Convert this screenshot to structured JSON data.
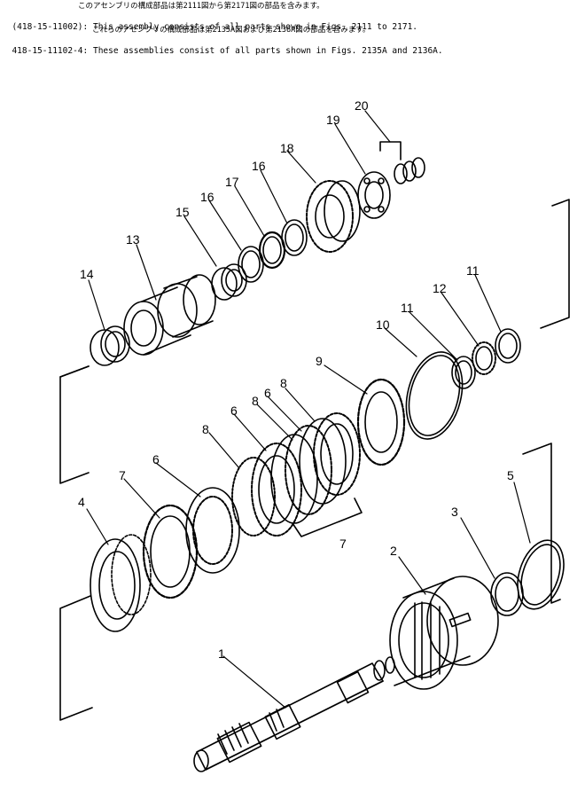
{
  "header": {
    "jp_line_1": "このアセンブリの構成部品は第2111図から第2171図の部品を含みます。",
    "assembly_1_code": "(418-15-11002)",
    "assembly_1_text": ": This assembly consists of all parts shown in Figs. 2111 to 2171.",
    "jp_line_2": "これらのアセンブリの構成部品は第2135A図および第2136A図の部品を含みます。",
    "assembly_2_code": "418-15-11102-4",
    "assembly_2_text": ": These assemblies consist of all parts shown in Figs. 2135A and 2136A."
  },
  "callouts": [
    "1",
    "2",
    "3",
    "4",
    "5",
    "6",
    "6",
    "6",
    "7",
    "7",
    "8",
    "8",
    "8",
    "9",
    "10",
    "11",
    "11",
    "12",
    "13",
    "14",
    "15",
    "16",
    "16",
    "17",
    "18",
    "19",
    "20"
  ],
  "colors": {
    "ink": "#000000",
    "paper": "#ffffff"
  }
}
